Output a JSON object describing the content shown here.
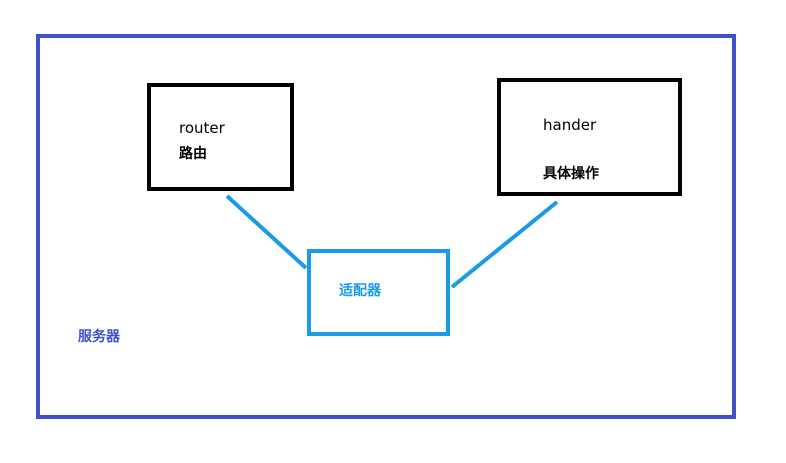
{
  "diagram": {
    "server": {
      "label": "服务器",
      "color": "#3f51c7"
    },
    "router": {
      "label": "router",
      "sublabel": "路由",
      "color": "#000000"
    },
    "handler": {
      "label": "hander",
      "sublabel": "具体操作",
      "color": "#000000"
    },
    "adapter": {
      "label": "适配器",
      "color": "#1a9be8"
    },
    "connections": [
      {
        "from": "router",
        "to": "adapter",
        "color": "#1a9be8"
      },
      {
        "from": "handler",
        "to": "adapter",
        "color": "#1a9be8"
      }
    ]
  }
}
